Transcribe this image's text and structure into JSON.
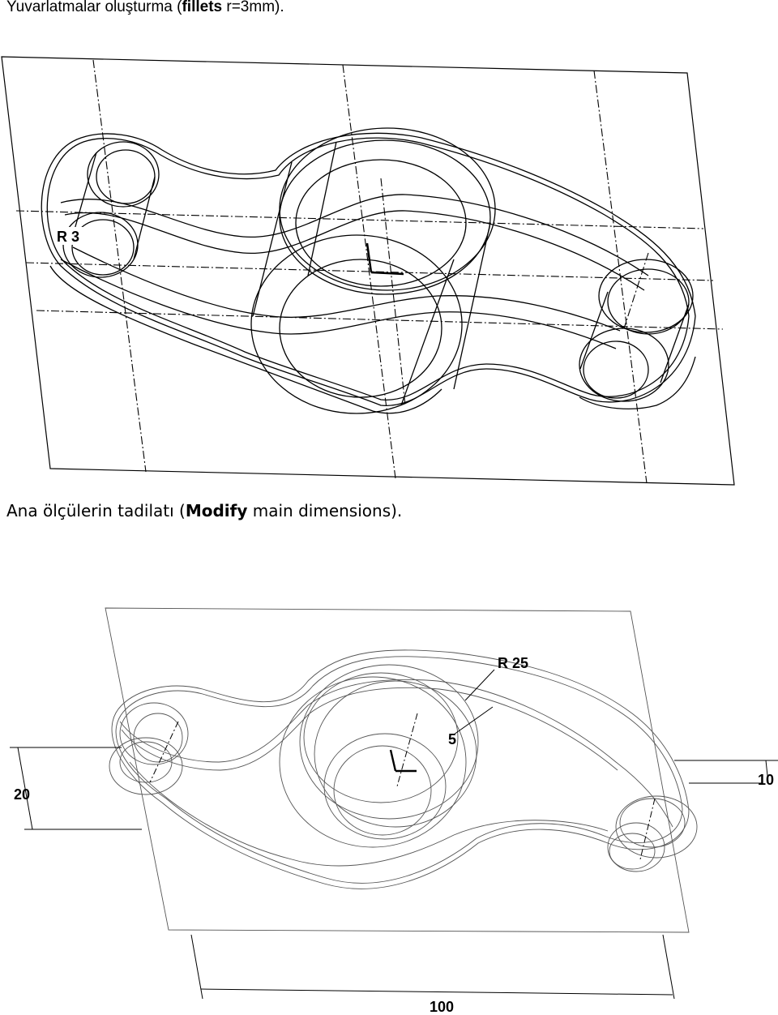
{
  "caption1": {
    "before": "Yuvarlatmalar oluşturma (",
    "bold": "fillets",
    "after": " r=3mm)."
  },
  "caption2": {
    "before": "Ana ölçülerin tadilatı (",
    "bold": "Modify",
    "after": " main dimensions)."
  },
  "figure1": {
    "labels": {
      "fillet_radius": "R 3"
    }
  },
  "figure2": {
    "labels": {
      "radius": "R 25",
      "thickness_5": "5",
      "height_20": "20",
      "height_10": "10",
      "length_100": "100"
    }
  }
}
